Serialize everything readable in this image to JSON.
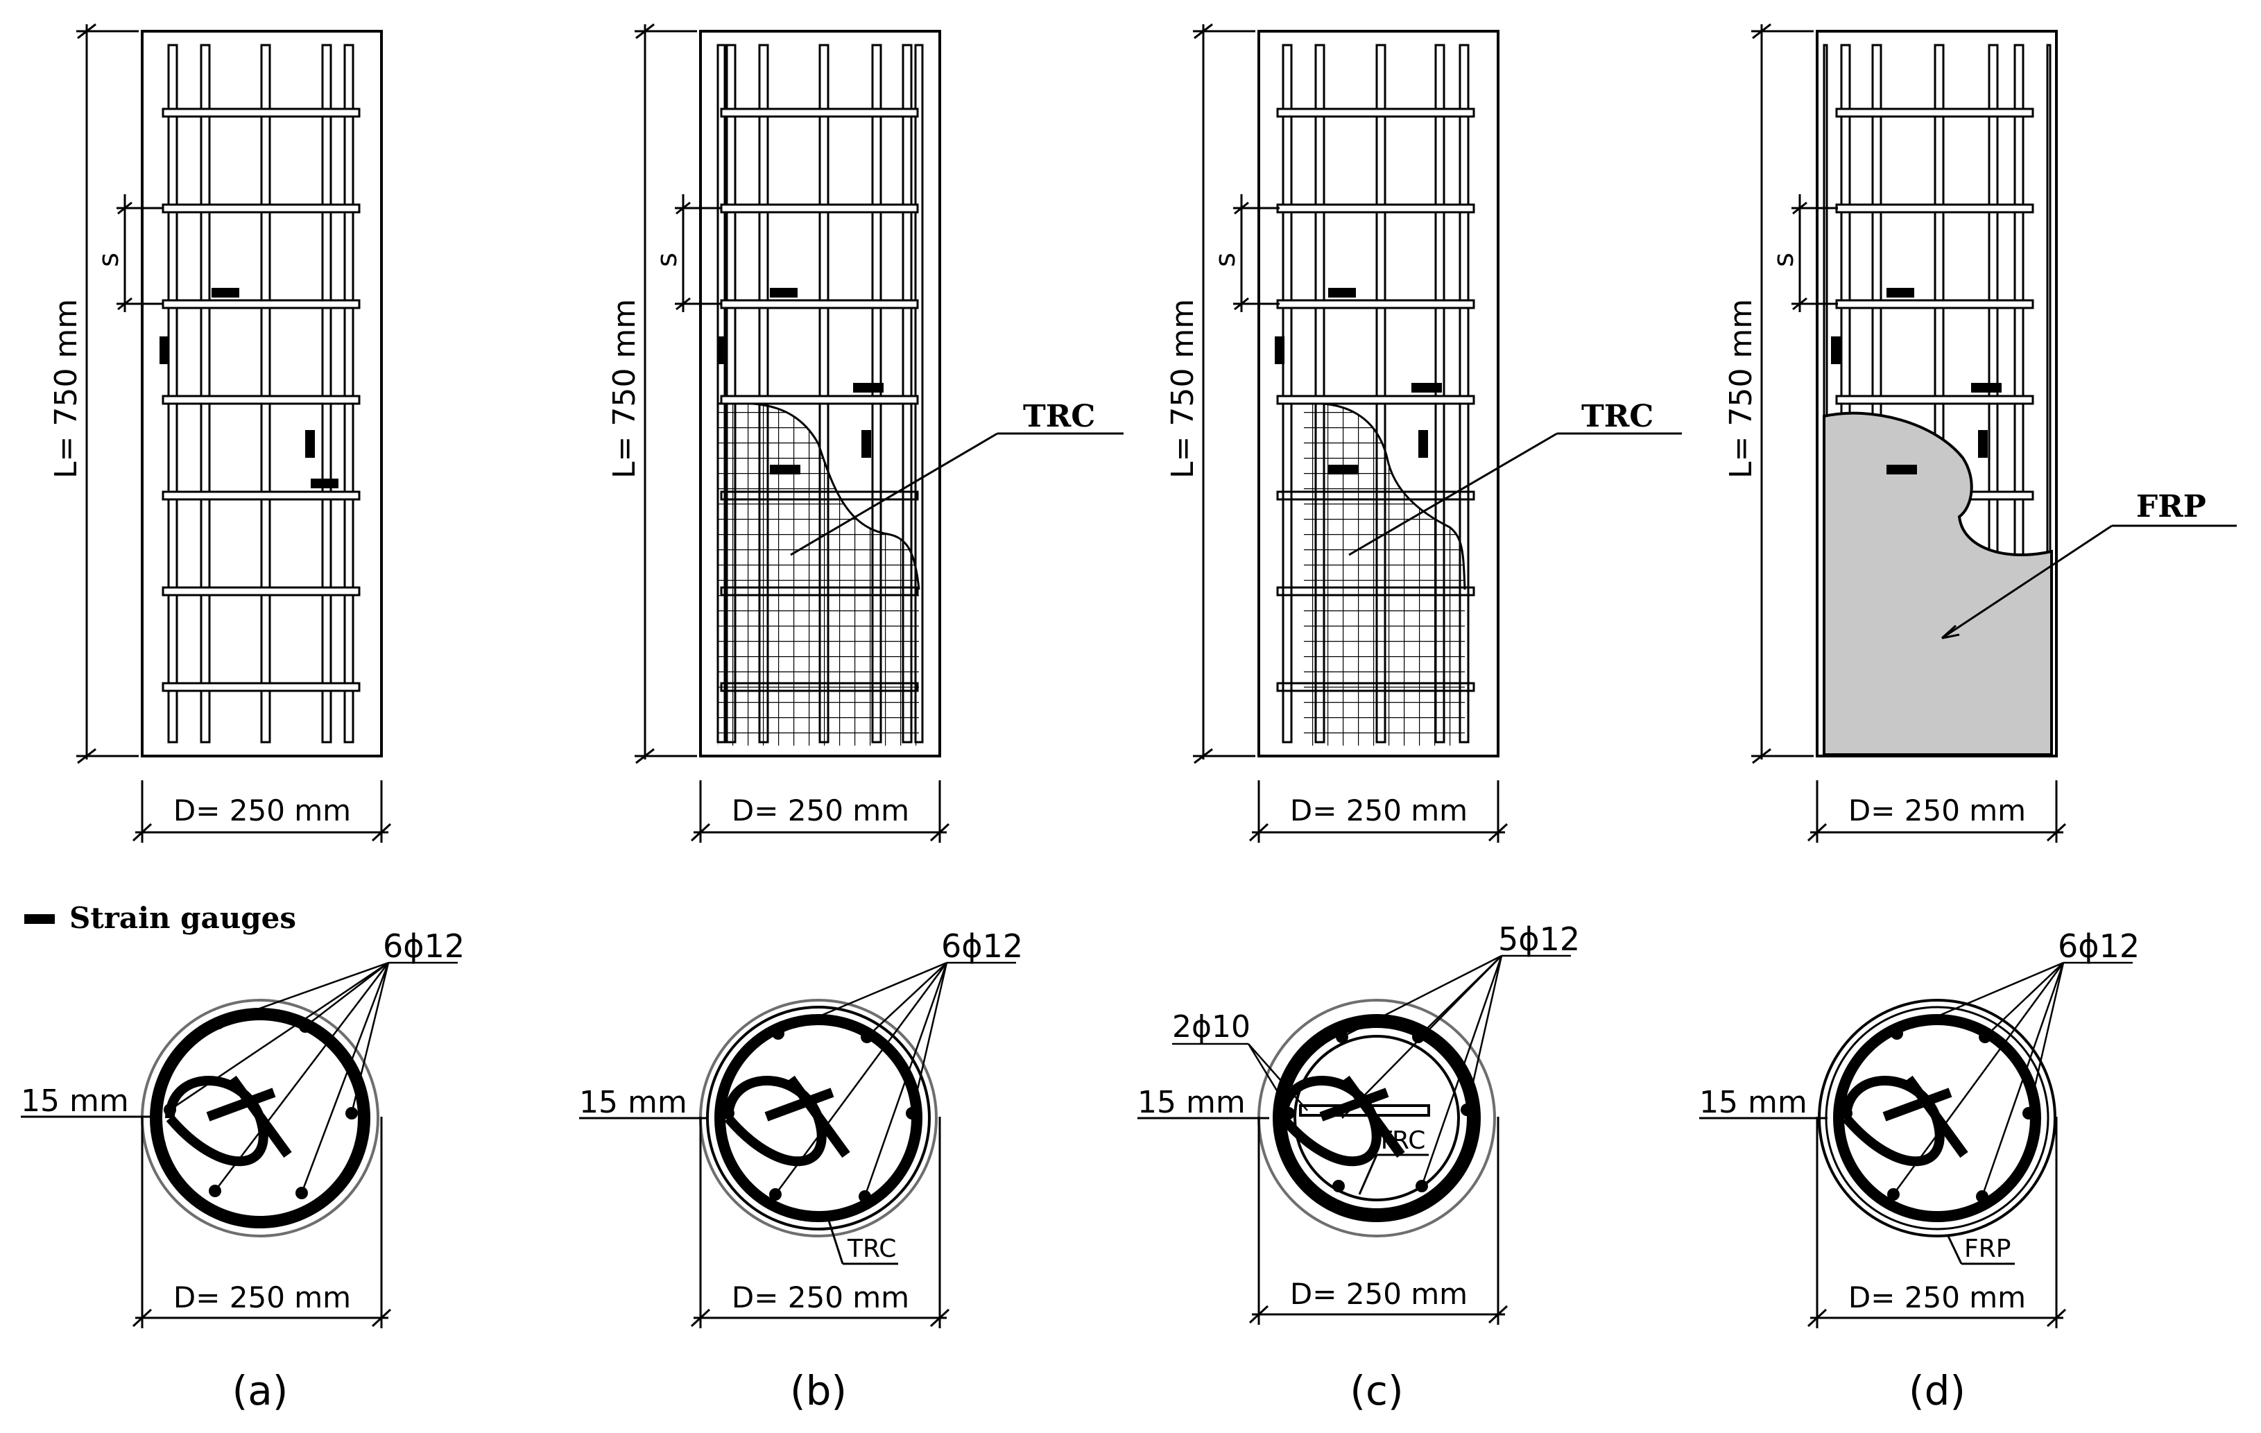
{
  "legend": {
    "label": "Strain gauges"
  },
  "panels": [
    {
      "id": "a",
      "caption": "(a)",
      "elev_length": "L= 750 mm",
      "elev_spacing": "s",
      "elev_diameter": "D= 250 mm",
      "sec_bars": "6ϕ12",
      "sec_cover": "15 mm",
      "sec_diameter": "D= 250 mm",
      "jacket": "none",
      "jacket_label": "",
      "sec_extra": ""
    },
    {
      "id": "b",
      "caption": "(b)",
      "elev_length": "L= 750 mm",
      "elev_spacing": "s",
      "elev_diameter": "D= 250 mm",
      "elev_jacket_label": "TRC",
      "sec_bars": "6ϕ12",
      "sec_cover": "15 mm",
      "sec_diameter": "D= 250 mm",
      "sec_jacket_label": "TRC",
      "jacket": "TRC"
    },
    {
      "id": "c",
      "caption": "(c)",
      "elev_length": "L= 750 mm",
      "elev_spacing": "s",
      "elev_diameter": "D= 250 mm",
      "elev_jacket_label": "TRC",
      "sec_bars": "5ϕ12",
      "sec_extra": "2ϕ10",
      "sec_cover": "15 mm",
      "sec_diameter": "D= 250 mm",
      "sec_jacket_label": "TRC",
      "jacket": "TRC"
    },
    {
      "id": "d",
      "caption": "(d)",
      "elev_length": "L= 750 mm",
      "elev_spacing": "s",
      "elev_diameter": "D= 250 mm",
      "elev_jacket_label": "FRP",
      "sec_bars": "6ϕ12",
      "sec_cover": "15 mm",
      "sec_diameter": "D= 250 mm",
      "sec_jacket_label": "FRP",
      "jacket": "FRP"
    }
  ],
  "colors": {
    "ink": "#000000",
    "frp_fill": "#c8c8c8",
    "outer_ring": "#6e6e6e"
  }
}
